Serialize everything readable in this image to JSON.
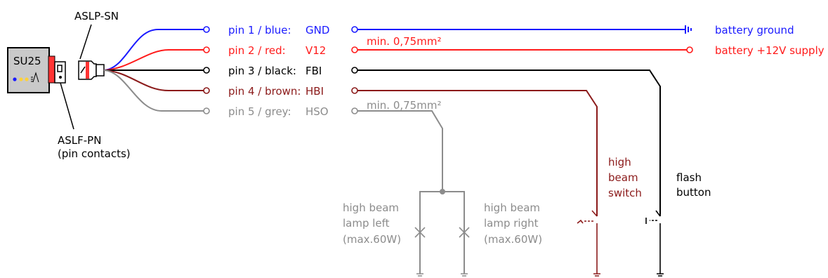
{
  "module": {
    "name": "SU25",
    "connector_top_label": "ASLP-SN",
    "connector_bottom_label_line1": "ASLF-PN",
    "connector_bottom_label_line2": "(pin contacts)"
  },
  "pins": [
    {
      "label": "pin 1 / blue:",
      "signal": "GND",
      "color": "#1a1aff"
    },
    {
      "label": "pin 2 / red:",
      "signal": "V12",
      "color": "#ff1a1a"
    },
    {
      "label": "pin 3 / black:",
      "signal": "FBI",
      "color": "#000000"
    },
    {
      "label": "pin 4 / brown:",
      "signal": "HBI",
      "color": "#8b1a1a"
    },
    {
      "label": "pin 5 / grey:",
      "signal": "HSO",
      "color": "#8c8c8c"
    }
  ],
  "annotations": {
    "min_cross_section_v12": "min. 0,75mm²",
    "min_cross_section_hso": "min. 0,75mm²",
    "battery_ground": "battery ground",
    "battery_supply": "battery +12V supply"
  },
  "loads": {
    "lamp_left": [
      "high beam",
      "lamp left",
      "(max.60W)"
    ],
    "lamp_right": [
      "high beam",
      "lamp right",
      "(max.60W)"
    ],
    "high_beam_switch": [
      "high",
      "beam",
      "switch"
    ],
    "flash_button": [
      "flash",
      "button"
    ]
  }
}
